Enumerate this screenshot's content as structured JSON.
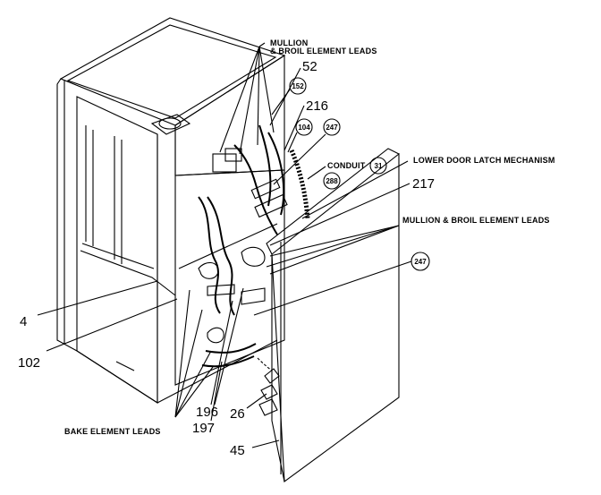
{
  "labels": {
    "mullion_top_line1": "MULLION",
    "mullion_top_line2": "& BROIL ELEMENT LEADS",
    "mullion_right": "MULLION & BROIL ELEMENT LEADS",
    "conduit": "CONDUIT",
    "lower_door_latch": "LOWER DOOR LATCH MECHANISM",
    "bake_element_leads": "BAKE ELEMENT LEADS"
  },
  "part_numbers": {
    "p52": "52",
    "p216": "216",
    "p217": "217",
    "p4": "4",
    "p102": "102",
    "p196": "196",
    "p197": "197",
    "p26": "26",
    "p45": "45"
  },
  "circled_numbers": {
    "c152": "152",
    "c104": "104",
    "c247a": "247",
    "c31": "31",
    "c288": "288",
    "c247b": "247"
  }
}
